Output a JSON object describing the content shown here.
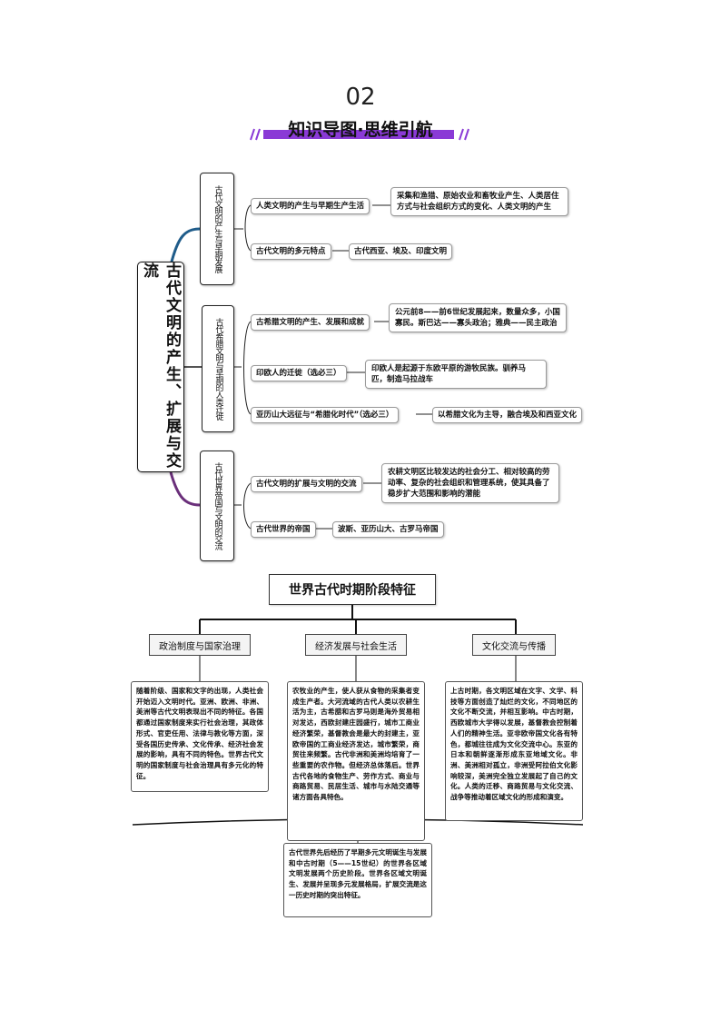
{
  "header": {
    "number": "02",
    "title": "知识导图·思维引航",
    "accent_color": "#8a3ad6"
  },
  "mindmap": {
    "root": "古代文明的产生、扩展与交流",
    "branches": [
      {
        "label": "古代文明的产生与早期发展",
        "color": "#1f5c8a",
        "items": [
          {
            "label": "人类文明的产生与早期生产生活",
            "detail": "采集和渔猎、原始农业和畜牧业产生、人类居住方式与社会组织方式的变化、人类文明的产生"
          },
          {
            "label": "古代文明的多元特点",
            "detail": "古代西亚、埃及、印度文明"
          }
        ]
      },
      {
        "label": "古代希腊文明与早期的人类迁徙",
        "color": "#555555",
        "items": [
          {
            "label": "古希腊文明的产生、发展和成就",
            "detail": "公元前8——前6世纪发展起来，数量众多，小国寡民。斯巴达——寡头政治；雅典——民主政治"
          },
          {
            "label": "印欧人的迁徙（选必三）",
            "detail": "印欧人是起源于东欧平原的游牧民族。驯养马匹，制造马拉战车"
          },
          {
            "label": "亚历山大远征与“希腊化时代”（选必三）",
            "detail": "以希腊文化为主导，融合埃及和西亚文化"
          }
        ]
      },
      {
        "label": "古代世界帝国与文明的交流",
        "color": "#6a2f7a",
        "items": [
          {
            "label": "古代文明的扩展与文明的交流",
            "detail": "农耕文明区比较发达的社会分工、相对较高的劳动率、复杂的社会组织和管理系统，使其具备了稳步扩大范围和影响的潜能"
          },
          {
            "label": "古代世界的帝国",
            "detail": "波斯、亚历山大、古罗马帝国"
          }
        ]
      }
    ]
  },
  "stages": {
    "title": "世界古代时期阶段特征",
    "columns": [
      {
        "heading": "政治制度与国家治理",
        "text": "随着阶级、国家和文字的出现，人类社会开始迈入文明时代。亚洲、欧洲、非洲、美洲等古代文明表现出不同的特征。各国都通过国家制度来实行社会治理，其政体形式、官吏任用、法律与教化等方面，深受各国历史传承、文化传承、经济社会发展的影响，具有不同的特色。世界古代文明的国家制度与社会治理具有多元化的特征。"
      },
      {
        "heading": "经济发展与社会生活",
        "text": "农牧业的产生，使人获从食物的采集者变成生产者。大河流域的古代人类以农耕生活为主，古希腊和古罗马则是海外贸易相对发达，西欧封建庄园盛行，城市工商业经济繁荣，基督教会是最大的封建主，亚欧帝国的工商业经济发达，城市繁荣，商贸往来频繁。古代非洲和美洲均培育了一些重要的农作物。但经济总体落后。世界古代各地的食物生产、劳作方式、商业与商路贸易、民居生活、城市与水陆交通等诸方面各具特色。"
      },
      {
        "heading": "文化交流与传播",
        "text": "上古时期，各文明区域在文字、文学、科技等方面创造了灿烂的文化，不同地区的文化不断交流，并相互影响。中古时期，西欧城市大学得以发展，基督教会控制着人们的精神生活。亚非欧帝国文化各有特色，都城往往成为文化交流中心。东亚的日本和朝鲜逐渐形成东亚地域文化。非洲、美洲相对孤立，非洲受阿拉伯文化影响较深，美洲完全独立发展起了自己的文化。人类的迁移、商路贸易与文化交流、战争等推动着区域文化的形成和演变。"
      }
    ],
    "summary": "古代世界先后经历了早期多元文明诞生与发展和中古时期（5——15世纪）的世界各区域文明发展两个历史阶段。世界各区域文明诞生、发展并呈现多元发展格局，扩展交流是这一历史时期的突出特征。"
  }
}
